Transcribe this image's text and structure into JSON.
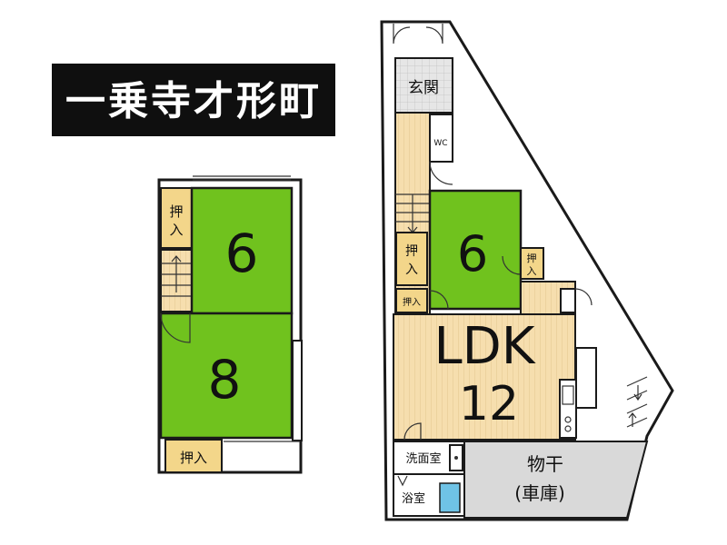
{
  "title": "一乗寺才形町",
  "floor2": {
    "room_top": "6",
    "room_bottom": "8",
    "closet_top": "押\n入",
    "closet_top_l1": "押",
    "closet_top_l2": "入",
    "closet_bottom": "押入"
  },
  "floor1": {
    "entrance": "玄関",
    "wc": "WC",
    "closet_left_l1": "押",
    "closet_left_l2": "入",
    "closet_small": "押入",
    "room_six": "6",
    "closet_right_l1": "押",
    "closet_right_l2": "入",
    "ldk_label": "LDK",
    "ldk_size": "12",
    "washroom": "洗面室",
    "bathroom": "浴室",
    "drying_l1": "物干",
    "drying_l2": "(車庫)"
  },
  "colors": {
    "tatami": "#70c21e",
    "wood": "#f6deae",
    "closet": "#f3d68a",
    "title_bg": "#0f0f0f",
    "garage": "#d9d9d9",
    "bath": "#6fc3e6"
  }
}
